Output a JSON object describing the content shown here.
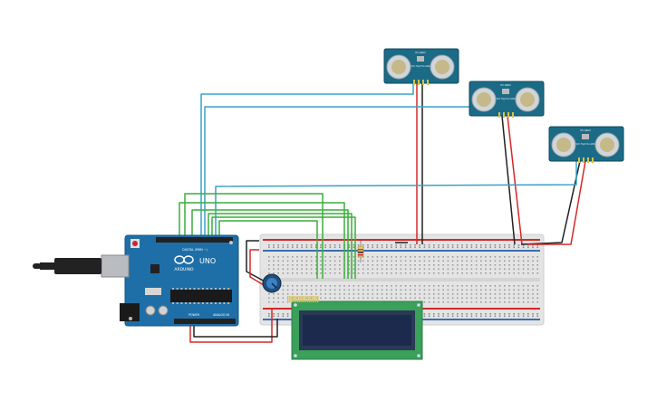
{
  "arduino": {
    "logo": "ARDUINO",
    "model": "UNO",
    "digital_label": "DIGITAL (PWM ~)",
    "power_label": "POWER",
    "analog_label": "ANALOG IN"
  },
  "sensors": [
    {
      "model": "HC-SR04",
      "pins": "VCC Trig Echo GND"
    },
    {
      "model": "HC-SR04",
      "pins": "VCC Trig Echo GND"
    },
    {
      "model": "HC-SR04",
      "pins": "VCC Trig Echo GND"
    }
  ],
  "colors": {
    "board": "#1e6fa8",
    "sensor": "#1b6b86",
    "breadboard": "#e6e6e6",
    "lcd_pcb": "#3aa05a",
    "lcd_screen": "#1c2a4e",
    "wire_red": "#d62828",
    "wire_black": "#222222",
    "wire_blue": "#3aa0c8",
    "wire_green": "#3aae3a"
  }
}
